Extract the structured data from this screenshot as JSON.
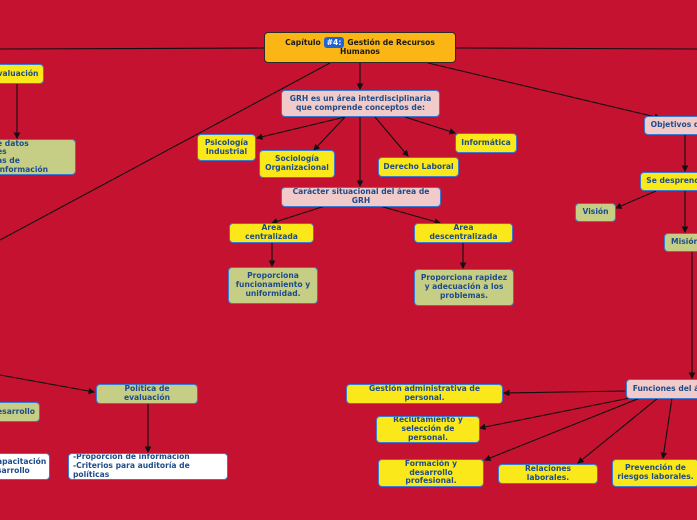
{
  "colors": {
    "background": "#c41230",
    "yellow_node": "#fbe81a",
    "pink_node": "#f1cbc9",
    "green_node": "#c6cd85",
    "root_node": "#fbb514",
    "border_blue": "#3a7ad1"
  },
  "root": {
    "prefix": "Capítulo",
    "badge": "#4:",
    "title": "Gestión de Recursos Humanos"
  },
  "left_branch": {
    "evaluacion": "valuación",
    "datos_lines": [
      "e datos",
      "es",
      "as de información"
    ],
    "politica": "Política de evaluación",
    "politica_desc": [
      "-Proporción de información",
      "-Criterios para auditoría de políticas"
    ],
    "desarrollo": "esarrollo",
    "capacitacion": [
      "apacitación",
      "sarrollo"
    ]
  },
  "center_branch": {
    "grh": "GRH es un área interdisciplinaria que comprende conceptos de:",
    "concepts": [
      "Psicología Industrial",
      "Sociología Organizacional",
      "Derecho Laboral",
      "Informática"
    ],
    "caracter": "Carácter situacional del área de GRH",
    "centralizada": "Área centralizada",
    "centralizada_desc": "Proporciona funcionamiento y uniformidad.",
    "descentralizada": "Área descentralizada",
    "descentralizada_desc": "Proporciona rapidez y adecuación a los problemas."
  },
  "right_branch": {
    "objetivos": "Objetivos d",
    "desprende": "Se desprend",
    "vision": "Visión",
    "mision": "Misión",
    "funciones": "Funciones del á",
    "funciones_items": [
      "Gestión administrativa de personal.",
      "Reclutamiento y selección de personal.",
      "Formación y desarrollo profesional.",
      "Relaciones laborales.",
      "Prevención de riesgos laborales."
    ]
  }
}
